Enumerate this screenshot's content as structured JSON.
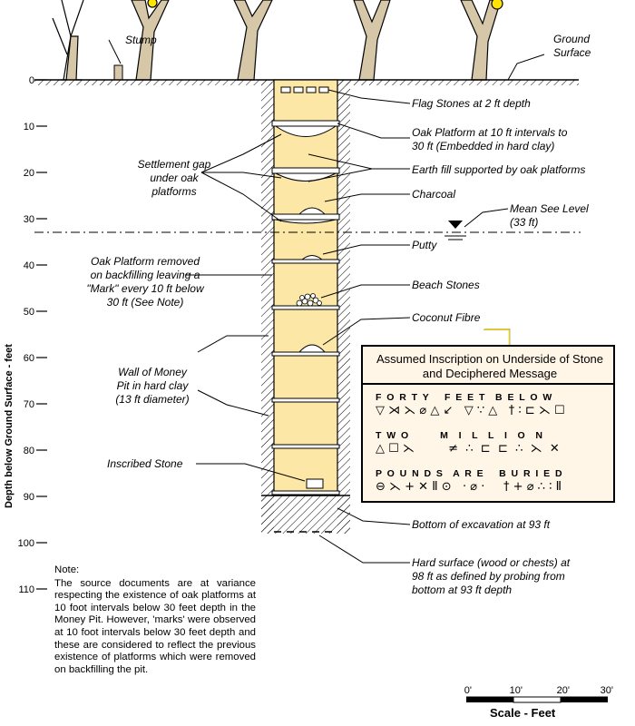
{
  "axis": {
    "title": "Depth below Ground Surface - feet",
    "ticks": [
      {
        "label": "0",
        "ft": 0
      },
      {
        "label": "10",
        "ft": 10
      },
      {
        "label": "20",
        "ft": 20
      },
      {
        "label": "30",
        "ft": 30
      },
      {
        "label": "40",
        "ft": 40
      },
      {
        "label": "50",
        "ft": 50
      },
      {
        "label": "60",
        "ft": 60
      },
      {
        "label": "70",
        "ft": 70
      },
      {
        "label": "80",
        "ft": 80
      },
      {
        "label": "90",
        "ft": 90
      },
      {
        "label": "100",
        "ft": 100
      },
      {
        "label": "110",
        "ft": 110
      }
    ]
  },
  "surface": {
    "stump": "Stump",
    "ground_line1": "Ground",
    "ground_line2": "Surface"
  },
  "labels_right": {
    "flag_stones": "Flag Stones at 2 ft depth",
    "oak_platform_1": "Oak Platform at 10 ft intervals to",
    "oak_platform_2": "30 ft (Embedded in hard clay)",
    "earth_fill": "Earth fill supported by oak platforms",
    "charcoal": "Charcoal",
    "msl_1": "Mean See Level",
    "msl_2": "(33 ft)",
    "putty": "Putty",
    "beach_stones": "Beach Stones",
    "coconut_fibre": "Coconut Fibre",
    "bottom": "Bottom of excavation at 93 ft",
    "hard_1": "Hard surface (wood or chests) at",
    "hard_2": "98 ft as defined by probing from",
    "hard_3": "bottom at 93 ft depth"
  },
  "labels_left": {
    "settlement_1": "Settlement gap",
    "settlement_2": "under oak",
    "settlement_3": "platforms",
    "removed_1": "Oak Platform removed",
    "removed_2": "on backfilling leaving a",
    "removed_3": "\"Mark\" every 10 ft below",
    "removed_4": "30 ft (See Note)",
    "wall_1": "Wall of Money",
    "wall_2": "Pit in hard clay",
    "wall_3": "(13 ft diameter)",
    "inscribed": "Inscribed Stone"
  },
  "note": {
    "title": "Note:",
    "text": "The source documents are at variance respecting the existence of oak platforms at 10 foot intervals below 30 feet depth in the Money Pit. However, 'marks' were observed at 10 foot intervals below 30 feet depth and these are considered to reflect the previous existence of platforms which were removed on backfilling the pit."
  },
  "inscription": {
    "title_1": "Assumed Inscription on Underside of Stone",
    "title_2": "and Deciphered Message",
    "rows": [
      {
        "letters": "F  O  R  T  Y      F  E  E  T    B  E  L  O  W",
        "glyphs": "▽ ⋊ ⋋ ⌀ △ ↙   ▽ ∵ △   † ∶ ⊏ ⋋ ☐"
      },
      {
        "letters": "T  W  O            M    I    L    L    I    O    N",
        "glyphs": "△ ☐ ⋋         ≠  ∴  ⊏  ⊏  ∴  ⋋  ✕"
      },
      {
        "letters": "P  O  U  N  D  S    A  R  E      B  U  R  I  E  D",
        "glyphs": "⊖ ⋋ + ✕ Ⅱ ⊙   · ⌀ ·     † + ⌀ ∴ ∶ Ⅱ"
      }
    ]
  },
  "scale": {
    "title": "Scale - Feet",
    "ticks": [
      "0'",
      "10'",
      "20'",
      "30'"
    ]
  },
  "colors": {
    "fill": "#fce7a6",
    "box_top": "#ffe400",
    "box_face": "#fff6e8",
    "line": "#000000"
  }
}
